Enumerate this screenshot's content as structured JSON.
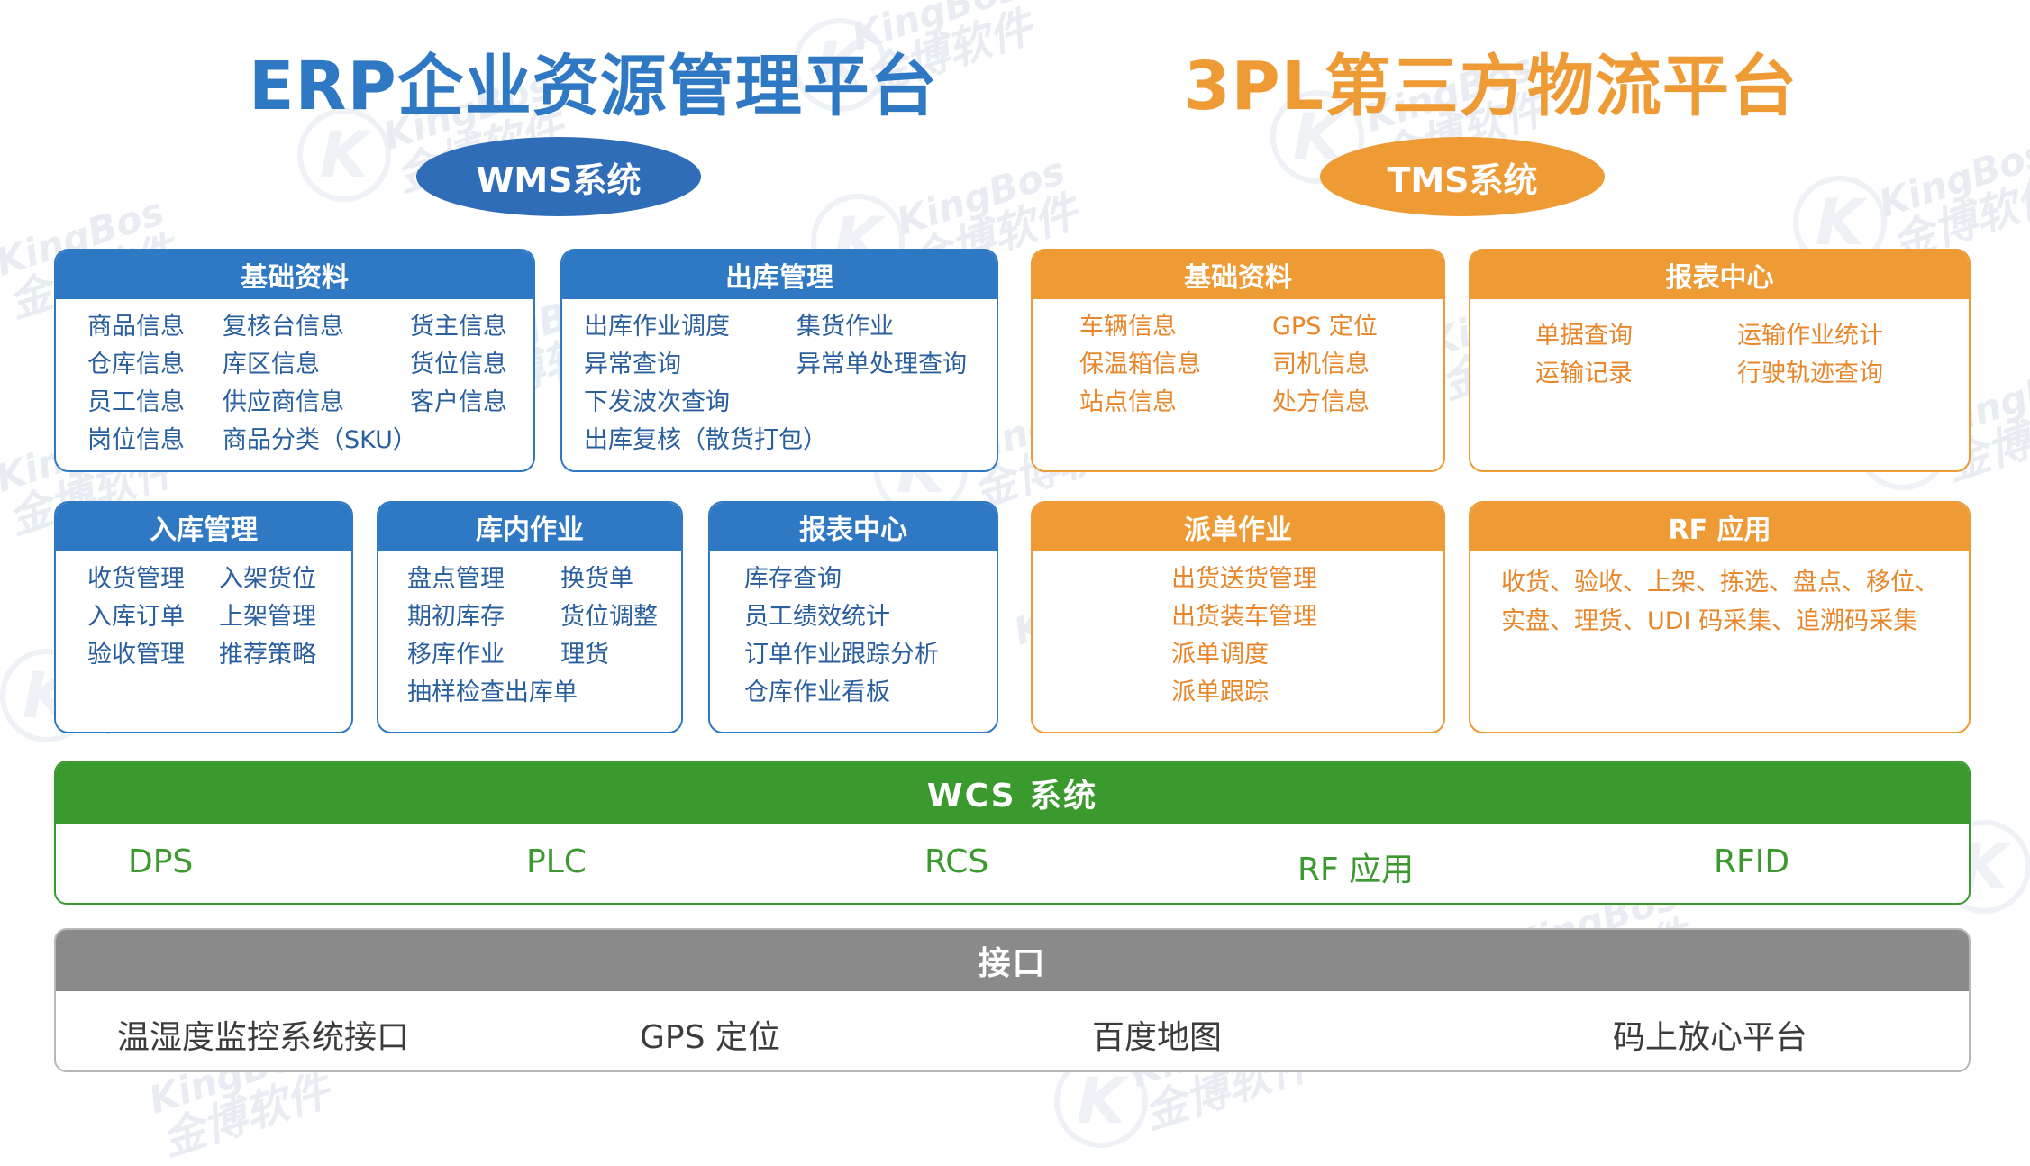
{
  "erp_title": "ERP企业资源管理平台",
  "tpl_title": "3PL第三方物流平台",
  "wms_label": "WMS系统",
  "tms_label": "TMS系统",
  "colors": {
    "blue": "#2f78c3",
    "orange": "#ee9a35",
    "green": "#3a9a2e",
    "gray": "#8a8a8a"
  },
  "watermark": {
    "en": "KingBos",
    "cn": "金博软件",
    "logo": "K"
  },
  "wms": {
    "basic": {
      "title": "基础资料",
      "items": [
        "商品信息",
        "复核台信息",
        "货主信息",
        "仓库信息",
        "库区信息",
        "货位信息",
        "员工信息",
        "供应商信息",
        "客户信息",
        "岗位信息",
        "商品分类（SKU）"
      ]
    },
    "outbound": {
      "title": "出库管理",
      "items": [
        "出库作业调度",
        "集货作业",
        "异常查询",
        "异常单处理查询",
        "下发波次查询",
        "出库复核（散货打包）"
      ]
    },
    "inbound": {
      "title": "入库管理",
      "items": [
        "收货管理",
        "入架货位",
        "入库订单",
        "上架管理",
        "验收管理",
        "推荐策略"
      ]
    },
    "inventory": {
      "title": "库内作业",
      "items": [
        "盘点管理",
        "换货单",
        "期初库存",
        "货位调整",
        "移库作业",
        "理货",
        "抽样检查出库单"
      ]
    },
    "report": {
      "title": "报表中心",
      "items": [
        "库存查询",
        "员工绩效统计",
        "订单作业跟踪分析",
        "仓库作业看板"
      ]
    }
  },
  "tms": {
    "basic": {
      "title": "基础资料",
      "items": [
        "车辆信息",
        "GPS 定位",
        "保温箱信息",
        "司机信息",
        "站点信息",
        "处方信息"
      ]
    },
    "report": {
      "title": "报表中心",
      "items": [
        "单据查询",
        "运输作业统计",
        "运输记录",
        "行驶轨迹查询"
      ]
    },
    "dispatch": {
      "title": "派单作业",
      "items": [
        "出货送货管理",
        "出货装车管理",
        "派单调度",
        "派单跟踪"
      ]
    },
    "rf": {
      "title": "RF 应用",
      "lines": [
        "收货、验收、上架、拣选、盘点、移位、",
        "实盘、理货、UDI 码采集、追溯码采集"
      ]
    }
  },
  "wcs": {
    "title": "WCS 系统",
    "items": [
      "DPS",
      "PLC",
      "RCS",
      "RF 应用",
      "RFID"
    ]
  },
  "interface": {
    "title": "接口",
    "items": [
      "温湿度监控系统接口",
      "GPS 定位",
      "百度地图",
      "码上放心平台"
    ]
  }
}
